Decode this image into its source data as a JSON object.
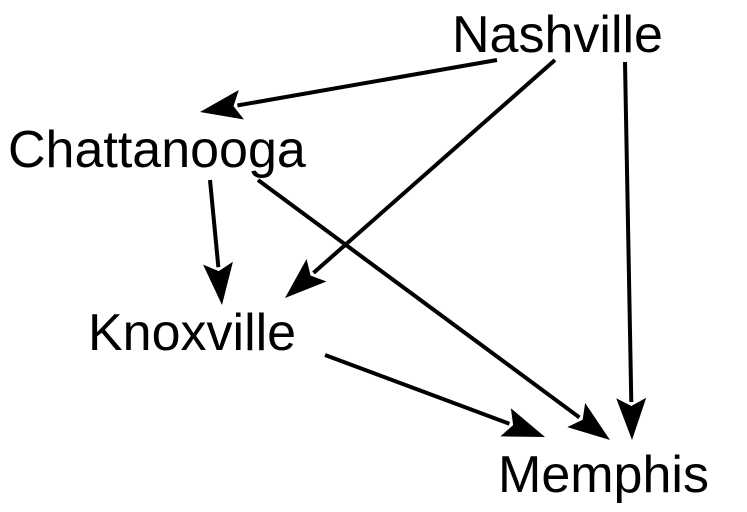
{
  "nodes": [
    {
      "id": "nashville",
      "label": "Nashville"
    },
    {
      "id": "chattanooga",
      "label": "Chattanooga"
    },
    {
      "id": "knoxville",
      "label": "Knoxville"
    },
    {
      "id": "memphis",
      "label": "Memphis"
    }
  ],
  "edges": [
    {
      "from": "nashville",
      "to": "chattanooga"
    },
    {
      "from": "nashville",
      "to": "knoxville"
    },
    {
      "from": "nashville",
      "to": "memphis"
    },
    {
      "from": "chattanooga",
      "to": "knoxville"
    },
    {
      "from": "chattanooga",
      "to": "memphis"
    },
    {
      "from": "knoxville",
      "to": "memphis"
    }
  ],
  "colors": {
    "stroke": "#000000",
    "background": "#ffffff"
  }
}
